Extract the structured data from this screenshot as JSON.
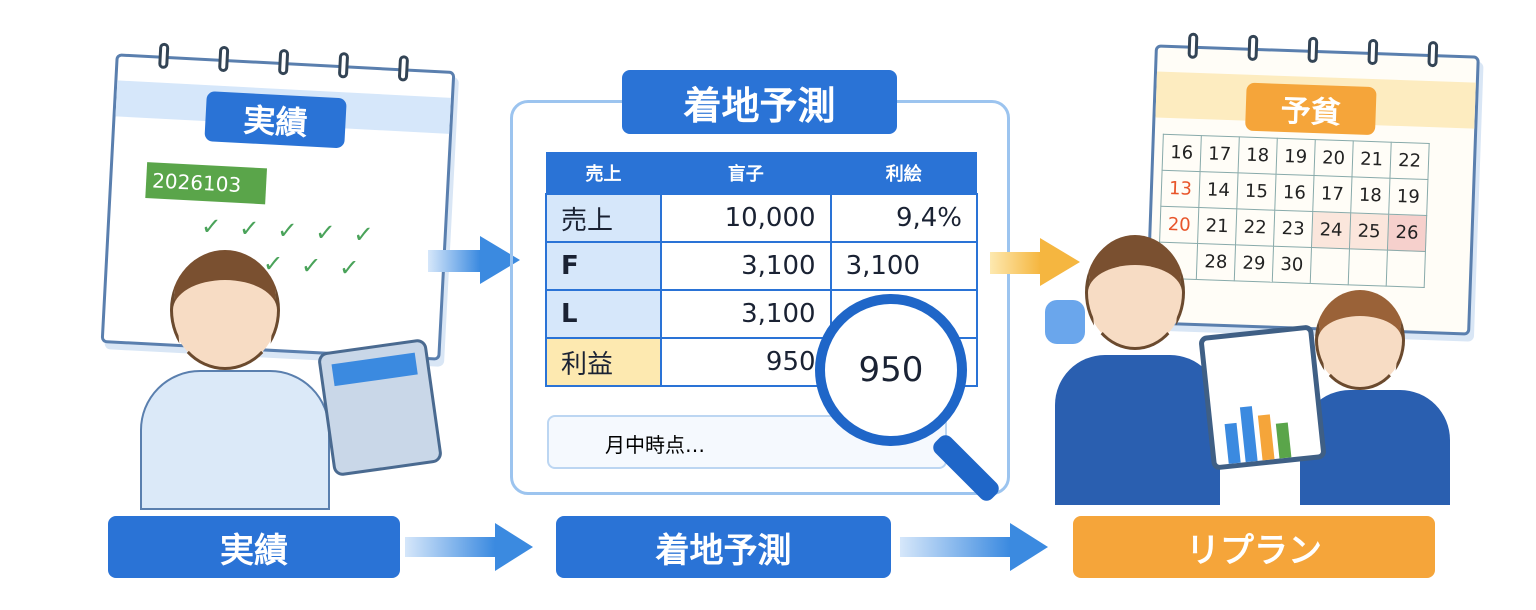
{
  "left": {
    "calendar_title": "実績",
    "date_text": "2026103",
    "label": "実績"
  },
  "center": {
    "title": "着地予測",
    "headers": [
      "売上",
      "盲子",
      "利絵"
    ],
    "rows": [
      {
        "label": "売上",
        "values": [
          "10,000",
          "9,4%"
        ]
      },
      {
        "label": "F",
        "values": [
          "3,100",
          "3,100"
        ]
      },
      {
        "label": "L",
        "values": [
          "3,100",
          ""
        ]
      },
      {
        "label": "利益",
        "values": [
          "950",
          "950"
        ]
      }
    ],
    "note": "月中時点…",
    "label": "着地予測"
  },
  "right": {
    "calendar_title": "予貧",
    "calendar_rows": [
      [
        "16",
        "17",
        "18",
        "19",
        "20",
        "21",
        "22"
      ],
      [
        "13",
        "14",
        "15",
        "16",
        "17",
        "18",
        "19"
      ],
      [
        "20",
        "21",
        "22",
        "23",
        "24",
        "25",
        "26"
      ],
      [
        "",
        "28",
        "29",
        "30",
        "",
        "",
        ""
      ]
    ],
    "label": "リプラン"
  },
  "colors": {
    "blue": "#2a73d6",
    "orange": "#f5a53a",
    "light_blue": "#d6e7fa",
    "highlight": "#fde9b0"
  }
}
